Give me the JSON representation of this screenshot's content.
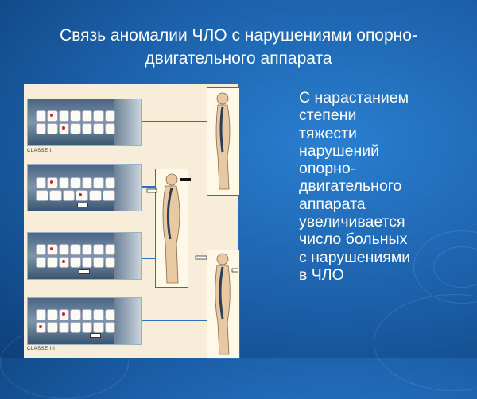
{
  "slide": {
    "title": "Связь аномалии ЧЛО с нарушениями опорно-двигательного аппарата",
    "body_text": "С нарастанием\nстепени\nтяжести\nнарушений\nопорно-\nдвигательного\nаппарата\nувеличивается\nчисло больных\nс нарушениями\nв ЧЛО"
  },
  "figure": {
    "class_labels": [
      "CLASSE I.",
      "CLASSE III."
    ]
  }
}
